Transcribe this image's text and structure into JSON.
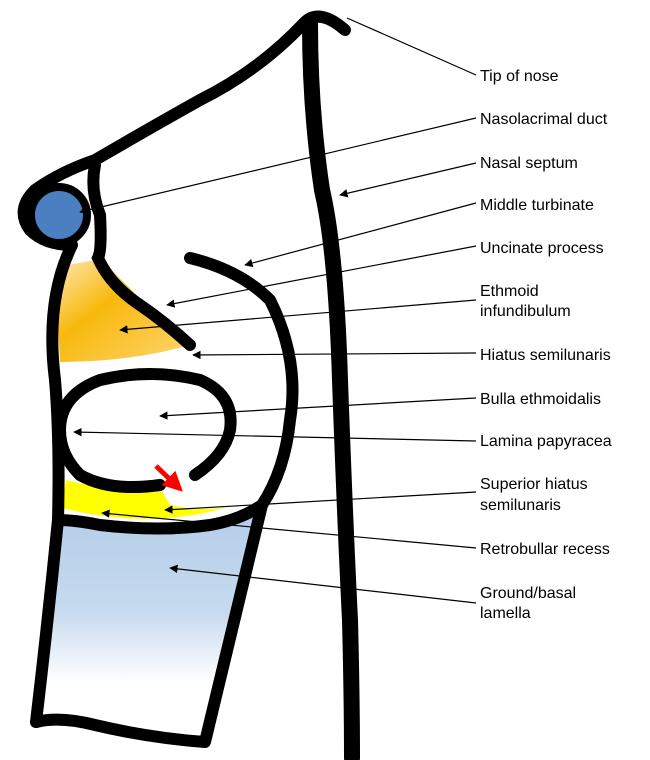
{
  "labels": {
    "tip_of_nose": "Tip of nose",
    "nasolacrimal_duct": "Nasolacrimal duct",
    "nasal_septum": "Nasal septum",
    "middle_turbinate": "Middle turbinate",
    "uncinate_process": "Uncinate process",
    "ethmoid_infundibulum_1": "Ethmoid",
    "ethmoid_infundibulum_2": "infundibulum",
    "hiatus_semilunaris": "Hiatus semilunaris",
    "bulla_ethmoidalis": "Bulla ethmoidalis",
    "lamina_papyracea": "Lamina papyracea",
    "superior_hiatus_1": "Superior hiatus",
    "superior_hiatus_2": "semilunaris",
    "retrobullar_recess": "Retrobullar recess",
    "ground_lamella_1": "Ground/basal",
    "ground_lamella_2": "lamella"
  },
  "colors": {
    "outline": "#000000",
    "nasolacrimal_duct": "#4a7fc1",
    "ethmoid_infundibulum": "#f7b500",
    "superior_hiatus": "#ffff00",
    "ground_lamella": "#b3cde8",
    "highlight_arrow": "#ff0000"
  }
}
